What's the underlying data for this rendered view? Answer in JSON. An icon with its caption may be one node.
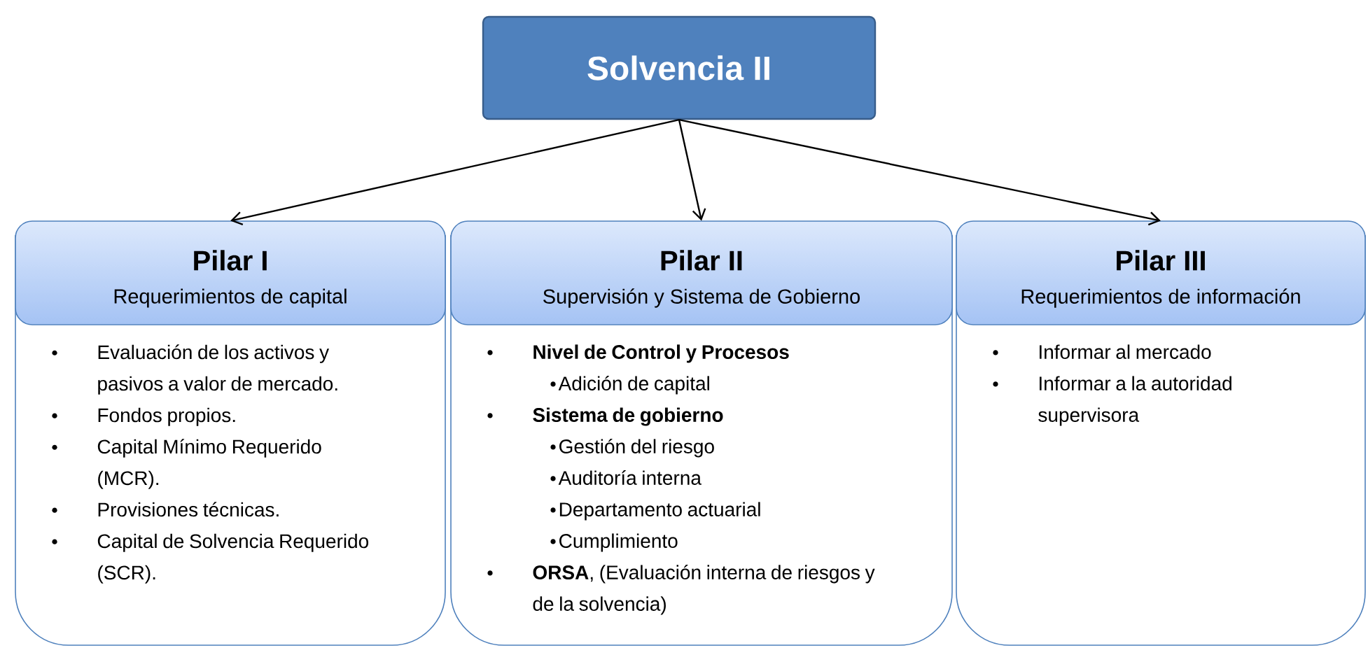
{
  "diagram": {
    "nodes": [
      {
        "text": [
          "Solvencia II"
        ]
      },
      {
        "text": [
          "Pilar I",
          "Requerimientos de capital",
          "Evaluación de los activos y pasivos a valor de mercado.",
          "Fondos propios.",
          "Capital Mínimo Requerido (MCR).",
          "Provisiones técnicas.",
          "Capital de Solvencia Requerido (SCR)."
        ]
      },
      {
        "text": [
          "Pilar II",
          "Supervisión y Sistema de Gobierno",
          "Nivel de Control y Procesos",
          "Adición de capital",
          "Sistema de gobierno",
          "Gestión del riesgo",
          "Auditoría interna",
          "Departamento actuarial",
          "Cumplimiento",
          "**ORSA**, (Evaluación interna de riesgos y de la solvencia)"
        ]
      },
      {
        "text": [
          "Pilar III",
          "Requerimientos de información",
          "Informar al mercado",
          "Informar a la autoridad supervisora"
        ]
      }
    ],
    "edges": [
      {
        "from": 0,
        "to": 1,
        "arrow": "to"
      },
      {
        "from": 0,
        "to": 2,
        "arrow": "to"
      },
      {
        "from": 0,
        "to": 3,
        "arrow": "to"
      }
    ]
  }
}
